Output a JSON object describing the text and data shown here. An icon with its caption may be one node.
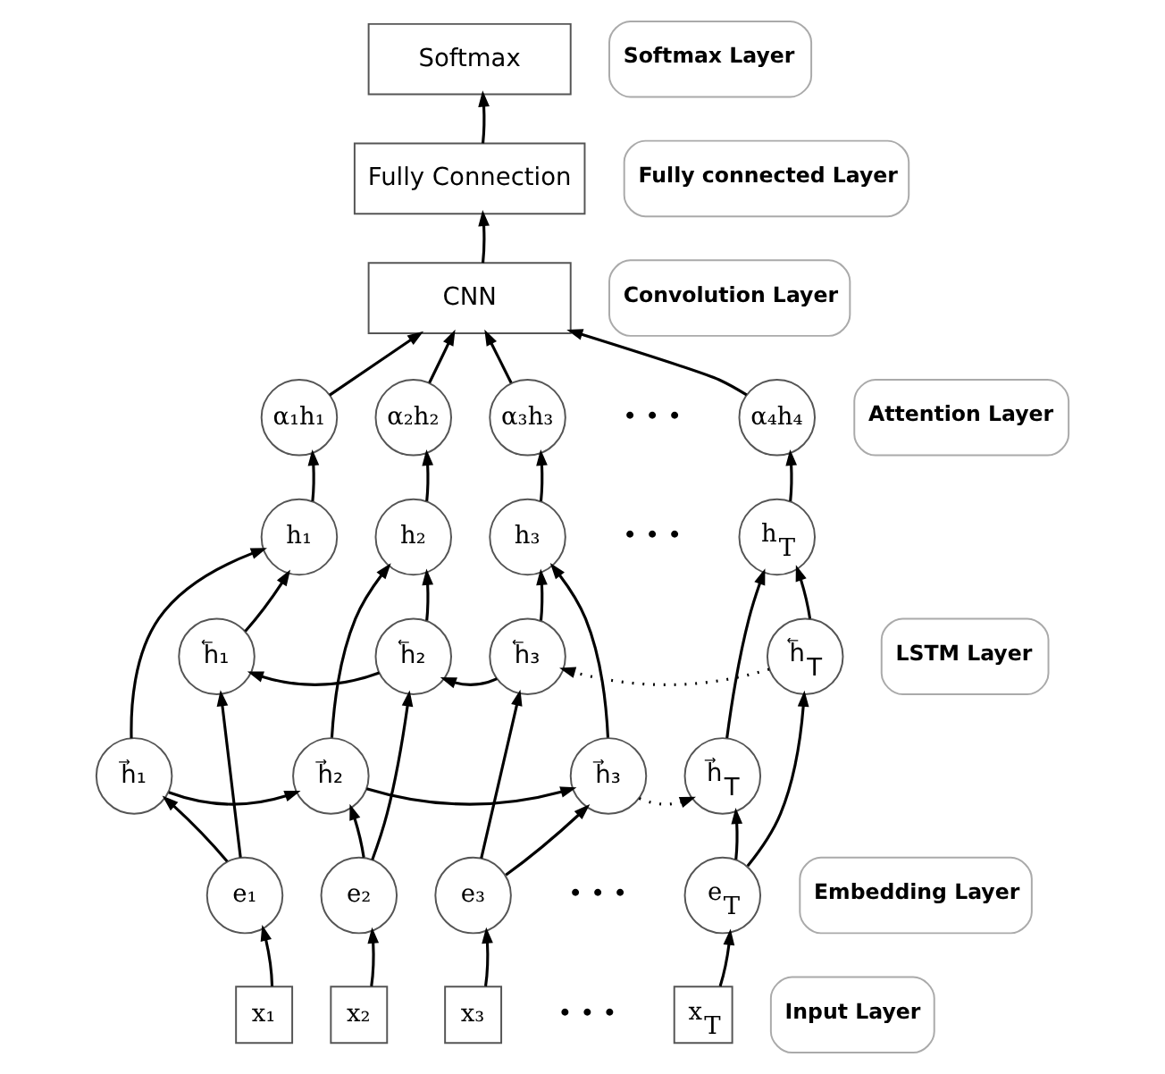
{
  "diagram": {
    "nodes": [
      {
        "text": [
          "Softmax"
        ]
      },
      {
        "text": [
          "Fully Connection"
        ]
      },
      {
        "text": [
          "CNN"
        ]
      },
      {
        "text": [
          "α₁h₁"
        ]
      },
      {
        "text": [
          "α₂h₂"
        ]
      },
      {
        "text": [
          "α₃h₃"
        ]
      },
      {
        "text": [
          "α₄h₄"
        ]
      },
      {
        "text": [
          "h₁"
        ]
      },
      {
        "text": [
          "h₂"
        ]
      },
      {
        "text": [
          "h₃"
        ]
      },
      {
        "text": [
          "h$_{T}$"
        ]
      },
      {
        "text": [
          "h⃖₁"
        ]
      },
      {
        "text": [
          "h⃖₂"
        ]
      },
      {
        "text": [
          "h⃖₃"
        ]
      },
      {
        "text": [
          "h⃖$_{T}$"
        ]
      },
      {
        "text": [
          "h⃗₁"
        ]
      },
      {
        "text": [
          "h⃗₂"
        ]
      },
      {
        "text": [
          "h⃗₃"
        ]
      },
      {
        "text": [
          "h⃗$_{T}$"
        ]
      },
      {
        "text": [
          "e₁"
        ]
      },
      {
        "text": [
          "e₂"
        ]
      },
      {
        "text": [
          "e₃"
        ]
      },
      {
        "text": [
          "e$_{T}$"
        ]
      },
      {
        "text": [
          "x₁"
        ]
      },
      {
        "text": [
          "x₂"
        ]
      },
      {
        "text": [
          "x₃"
        ]
      },
      {
        "text": [
          "x$_{T}$"
        ]
      },
      {
        "text": [
          "Softmax Layer"
        ]
      },
      {
        "text": [
          "Fully connected Layer"
        ]
      },
      {
        "text": [
          "Convolution Layer"
        ]
      },
      {
        "text": [
          "Attention Layer"
        ]
      },
      {
        "text": [
          "LSTM Layer"
        ]
      },
      {
        "text": [
          "Embedding Layer"
        ]
      },
      {
        "text": [
          "Input Layer"
        ]
      }
    ],
    "edges": [
      {
        "from": 2,
        "to": 1,
        "arrow": "to"
      },
      {
        "from": 1,
        "to": 0,
        "arrow": "to"
      },
      {
        "from": 3,
        "to": 2,
        "arrow": "to"
      },
      {
        "from": 4,
        "to": 2,
        "arrow": "to"
      },
      {
        "from": 5,
        "to": 2,
        "arrow": "to"
      },
      {
        "from": 6,
        "to": 2,
        "arrow": "to"
      },
      {
        "from": 7,
        "to": 3,
        "arrow": "to"
      },
      {
        "from": 8,
        "to": 4,
        "arrow": "to"
      },
      {
        "from": 9,
        "to": 5,
        "arrow": "to"
      },
      {
        "from": 10,
        "to": 6,
        "arrow": "to"
      },
      {
        "from": 11,
        "to": 7,
        "arrow": "to"
      },
      {
        "from": 15,
        "to": 7,
        "arrow": "to"
      },
      {
        "from": 12,
        "to": 8,
        "arrow": "to"
      },
      {
        "from": 16,
        "to": 8,
        "arrow": "to"
      },
      {
        "from": 13,
        "to": 9,
        "arrow": "to"
      },
      {
        "from": 17,
        "to": 9,
        "arrow": "to"
      },
      {
        "from": 14,
        "to": 10,
        "arrow": "to"
      },
      {
        "from": 18,
        "to": 10,
        "arrow": "to"
      },
      {
        "from": 14,
        "to": 13,
        "arrow": "to",
        "style": "dashed"
      },
      {
        "from": 13,
        "to": 12,
        "arrow": "to"
      },
      {
        "from": 12,
        "to": 11,
        "arrow": "to"
      },
      {
        "from": 15,
        "to": 16,
        "arrow": "to"
      },
      {
        "from": 16,
        "to": 17,
        "arrow": "to"
      },
      {
        "from": 17,
        "to": 18,
        "arrow": "to",
        "style": "dashed"
      },
      {
        "from": 19,
        "to": 11,
        "arrow": "to"
      },
      {
        "from": 19,
        "to": 15,
        "arrow": "to"
      },
      {
        "from": 20,
        "to": 12,
        "arrow": "to"
      },
      {
        "from": 20,
        "to": 16,
        "arrow": "to"
      },
      {
        "from": 21,
        "to": 13,
        "arrow": "to"
      },
      {
        "from": 21,
        "to": 17,
        "arrow": "to"
      },
      {
        "from": 22,
        "to": 14,
        "arrow": "to"
      },
      {
        "from": 22,
        "to": 18,
        "arrow": "to"
      },
      {
        "from": 23,
        "to": 19,
        "arrow": "to"
      },
      {
        "from": 24,
        "to": 20,
        "arrow": "to"
      },
      {
        "from": 25,
        "to": 21,
        "arrow": "to"
      },
      {
        "from": 26,
        "to": 22,
        "arrow": "to"
      }
    ],
    "labels": [
      "• • •",
      "• • •",
      "• • •",
      "• • •"
    ]
  }
}
